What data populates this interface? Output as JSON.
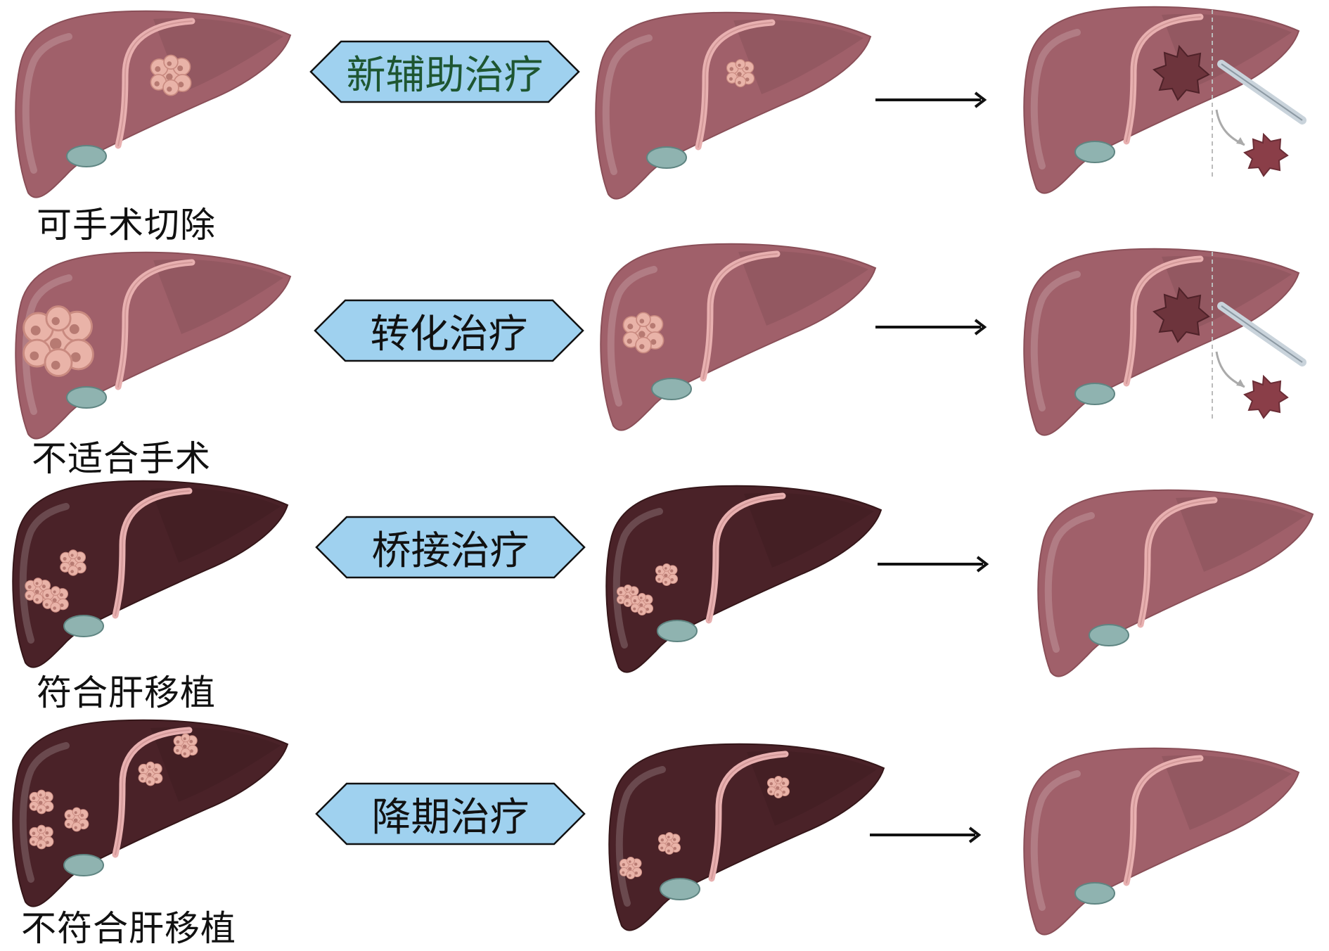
{
  "colors": {
    "liver_normal": "#a0606a",
    "liver_cirrhotic": "#4a2228",
    "badge_fill": "#9fd1ef",
    "badge_text_first": "#1e5631",
    "ligament": "#e8b0b0",
    "tumor": "#e9b3a8"
  },
  "rows": [
    {
      "label": "可手术切除",
      "treatment": "新辅助治疗"
    },
    {
      "label": "不适合手术",
      "treatment": "转化治疗"
    },
    {
      "label": "符合肝移植",
      "treatment": "桥接治疗"
    },
    {
      "label": "不符合肝移植",
      "treatment": "降期治疗"
    }
  ]
}
